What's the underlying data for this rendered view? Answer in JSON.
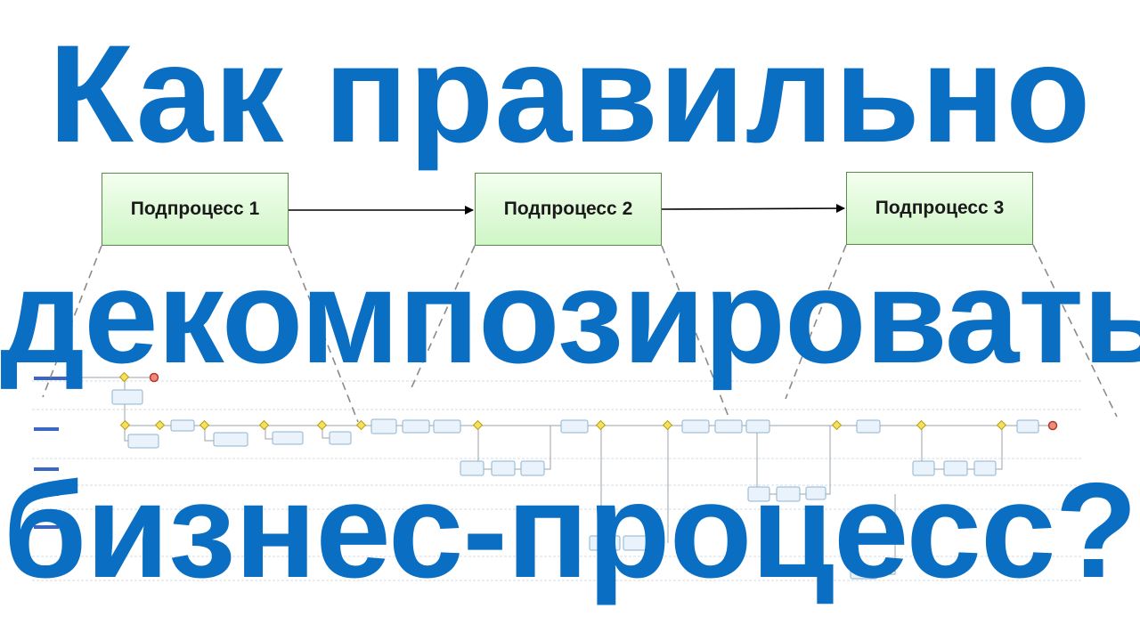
{
  "title": {
    "line1": "Как правильно",
    "line2": "декомпозировать",
    "line3": "бизнес-процесс?"
  },
  "subprocesses": [
    {
      "label": "Подпроцесс 1"
    },
    {
      "label": "Подпроцесс 2"
    },
    {
      "label": "Подпроцесс 3"
    }
  ],
  "colors": {
    "title": "#0a6fc2",
    "subprocess_fill": "#d9f7d2",
    "subprocess_border": "#5a8a4a",
    "task_fill": "#eaf3fb",
    "gateway_fill": "#f5e15a",
    "lane_tab": "#3a67c4",
    "dash": "#8a8a8a"
  }
}
